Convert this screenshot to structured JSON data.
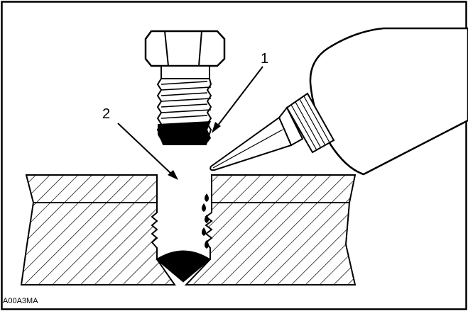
{
  "callouts": [
    {
      "number": "1"
    },
    {
      "number": "2"
    }
  ],
  "figure_code": "A00A3MA",
  "colors": {
    "line": "#000000",
    "background": "#ffffff"
  },
  "icons": [
    "bolt-icon",
    "adhesive-bottle-icon",
    "threaded-hole-icon"
  ]
}
